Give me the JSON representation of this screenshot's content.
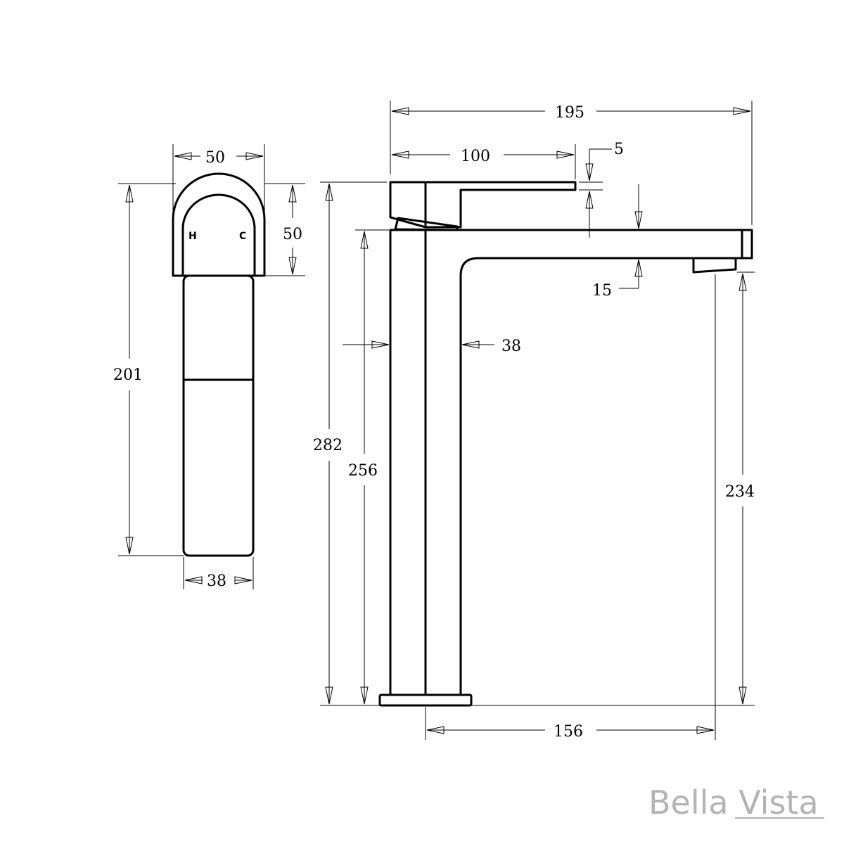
{
  "front_view": {
    "width_top": "50",
    "handle_height": "50",
    "overall_height": "201",
    "body_width": "38",
    "hot_label": "H",
    "cold_label": "C"
  },
  "side_view": {
    "overall_width": "195",
    "handle_reach": "100",
    "lever_gap": "5",
    "spout_thickness": "15",
    "body_width": "38",
    "overall_height": "282",
    "body_height": "256",
    "outlet_height": "234",
    "spout_reach": "156"
  },
  "brand": {
    "name": "Bella Vista",
    "color": "#b4b4b4"
  }
}
